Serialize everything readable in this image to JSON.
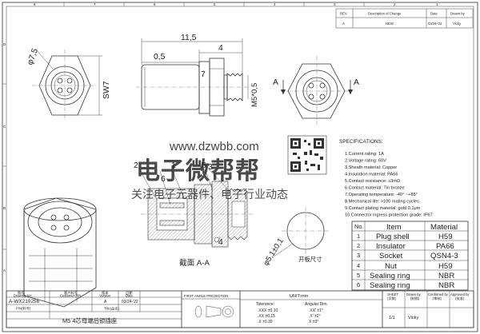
{
  "revision_block": {
    "headers": [
      "REV",
      "Description of Change",
      "Date",
      "Drawn by"
    ],
    "rows": [
      [
        "A",
        "NEW",
        "03/24-'22",
        "Vicky"
      ]
    ]
  },
  "border": {
    "columns": [
      "8",
      "7",
      "6",
      "5",
      "4",
      "3",
      "2",
      "1"
    ],
    "rows": [
      "D",
      "C",
      "B",
      "A"
    ]
  },
  "dimensions": {
    "overall_length": "11,5",
    "offset": "0,5",
    "thread_length": "4",
    "body_length": "7",
    "diameter_left": "φ7,5",
    "hex_size": "SW7",
    "thread": "M5*0,5",
    "panel_hole": "φ5,1±0,1"
  },
  "section_markers": [
    "A",
    "A"
  ],
  "callouts": [
    "2",
    "6",
    "1",
    "5",
    "3",
    "4"
  ],
  "labels": {
    "section_view": "截面 A-A",
    "panel_cutout": "开板尺寸"
  },
  "specifications": {
    "heading": "SPECIFICATIONS:",
    "items": [
      "1.Current rating: 1A",
      "2.Voltage rating: 60V",
      "3.Sheath material: Copper",
      "4.Insulation material: PA66",
      "5.Contact resistance: ≤3mΩ",
      "6.Contact material: Tin bronze",
      "7.Operating temperature: -40° ~+85°",
      "8.Mechanical life: >100 mating cycles",
      "9.Contact plating material: gold 0.1μm",
      "10.Connector ingress protection grade: IP67"
    ]
  },
  "bom": {
    "headers": [
      "No.",
      "Item",
      "Material"
    ],
    "rows": [
      [
        "1",
        "Plug shell",
        "H59"
      ],
      [
        "2",
        "Insulator",
        "PA66"
      ],
      [
        "3",
        "Socket",
        "QSN4-3"
      ],
      [
        "4",
        "Nut",
        "H59"
      ],
      [
        "5",
        "Sealing ring",
        "NBR"
      ],
      [
        "6",
        "Sealing ring",
        "NBR"
      ]
    ]
  },
  "watermark": {
    "site": "www.dzwbb.com",
    "name": "电子微帮帮",
    "subtitle": "关注电子元器件、电子行业动态"
  },
  "title_block": {
    "drawing_no_label": "图号",
    "drawing_no_label_en": "Drawing No",
    "part_no_label": "客户料号",
    "part_no_label_en": "Customer P/N",
    "version_label": "版本",
    "version_label_en": "Version",
    "date_label": "日期",
    "date_label_en": "Date",
    "drawing_no": "A-WX210256",
    "version": "A",
    "date": "03/24-'22",
    "pn_label": "P/N(料号)",
    "title_label": "Title(品名)",
    "title": "M5 4芯母端后锁插座",
    "projection": "FIRST ANGLE PROJECTION",
    "unit": "UNIT:mm",
    "tolerance_head": "Tolerance:",
    "angular_head": "Angular Dim.",
    "tolerances": [
      ".XXX ±0.10",
      ".XX ±0.15",
      ".X ±0.30"
    ],
    "angular": [
      ".XX' ±1°",
      ".X' ±2°",
      "X ±3°"
    ],
    "sheet_label": "SHEET",
    "sheet_label_cn": "(页数)",
    "drawn_label": "Drawn by",
    "drawn_label_cn": "(制图)",
    "confirmed_label": "Confirmed by",
    "confirmed_label_cn": "(审核)",
    "approved_label": "Approved by",
    "approved_label_cn": "(批准)",
    "sheet": "1/1",
    "drawn_by": "Vicky"
  }
}
